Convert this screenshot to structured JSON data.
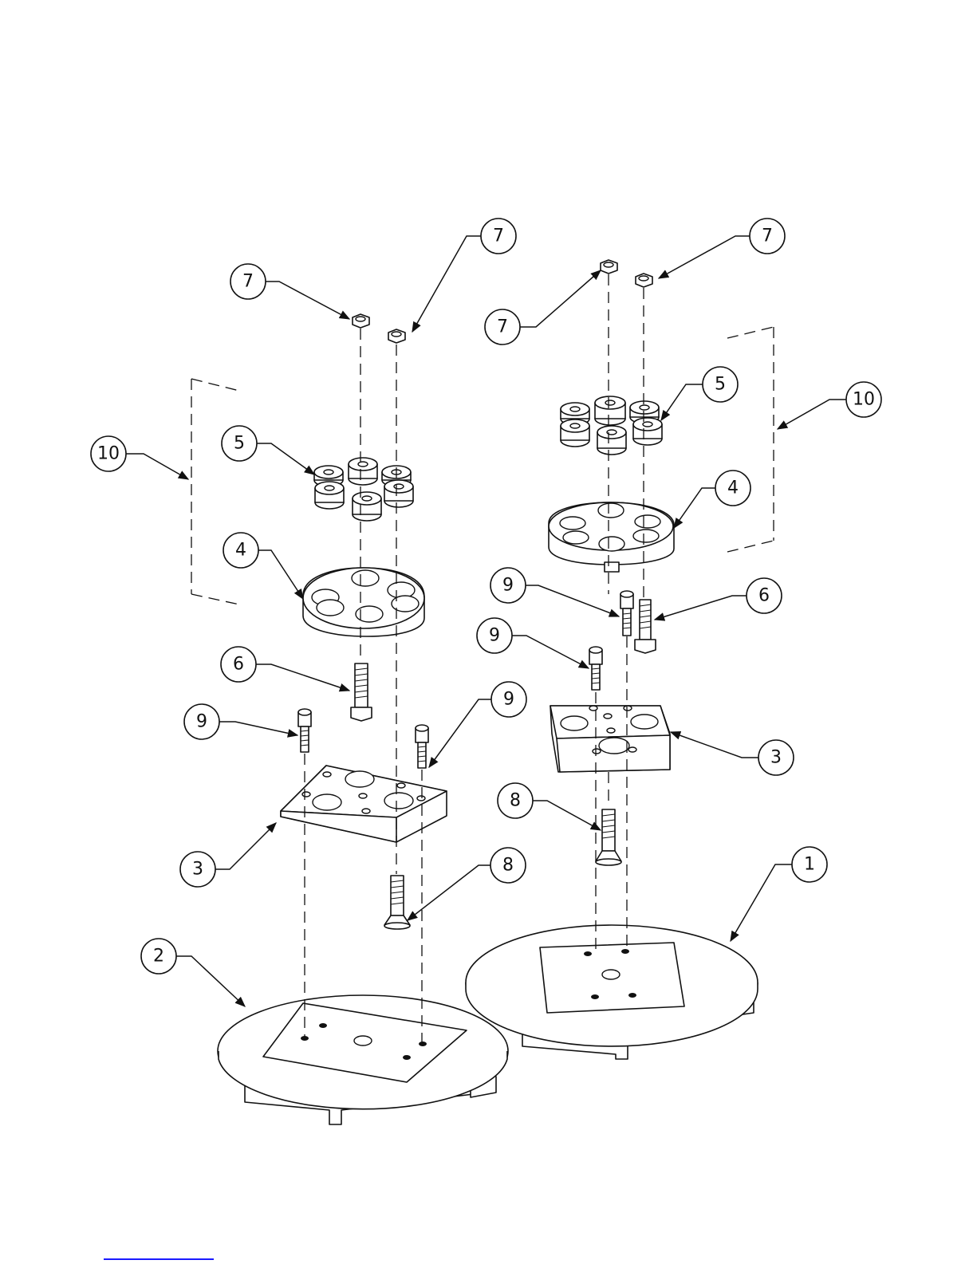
{
  "figure": {
    "balloons": [
      {
        "id": "b-7a",
        "label": "7"
      },
      {
        "id": "b-7b",
        "label": "7"
      },
      {
        "id": "b-7c",
        "label": "7"
      },
      {
        "id": "b-7d",
        "label": "7"
      },
      {
        "id": "b-10a",
        "label": "10"
      },
      {
        "id": "b-10b",
        "label": "10"
      },
      {
        "id": "b-5a",
        "label": "5"
      },
      {
        "id": "b-5b",
        "label": "5"
      },
      {
        "id": "b-4a",
        "label": "4"
      },
      {
        "id": "b-4b",
        "label": "4"
      },
      {
        "id": "b-9a",
        "label": "9"
      },
      {
        "id": "b-9b",
        "label": "9"
      },
      {
        "id": "b-9c",
        "label": "9"
      },
      {
        "id": "b-9d",
        "label": "9"
      },
      {
        "id": "b-6a",
        "label": "6"
      },
      {
        "id": "b-6b",
        "label": "6"
      },
      {
        "id": "b-3a",
        "label": "3"
      },
      {
        "id": "b-3b",
        "label": "3"
      },
      {
        "id": "b-8a",
        "label": "8"
      },
      {
        "id": "b-8b",
        "label": "8"
      },
      {
        "id": "b-1",
        "label": "1"
      },
      {
        "id": "b-2",
        "label": "2"
      }
    ]
  }
}
